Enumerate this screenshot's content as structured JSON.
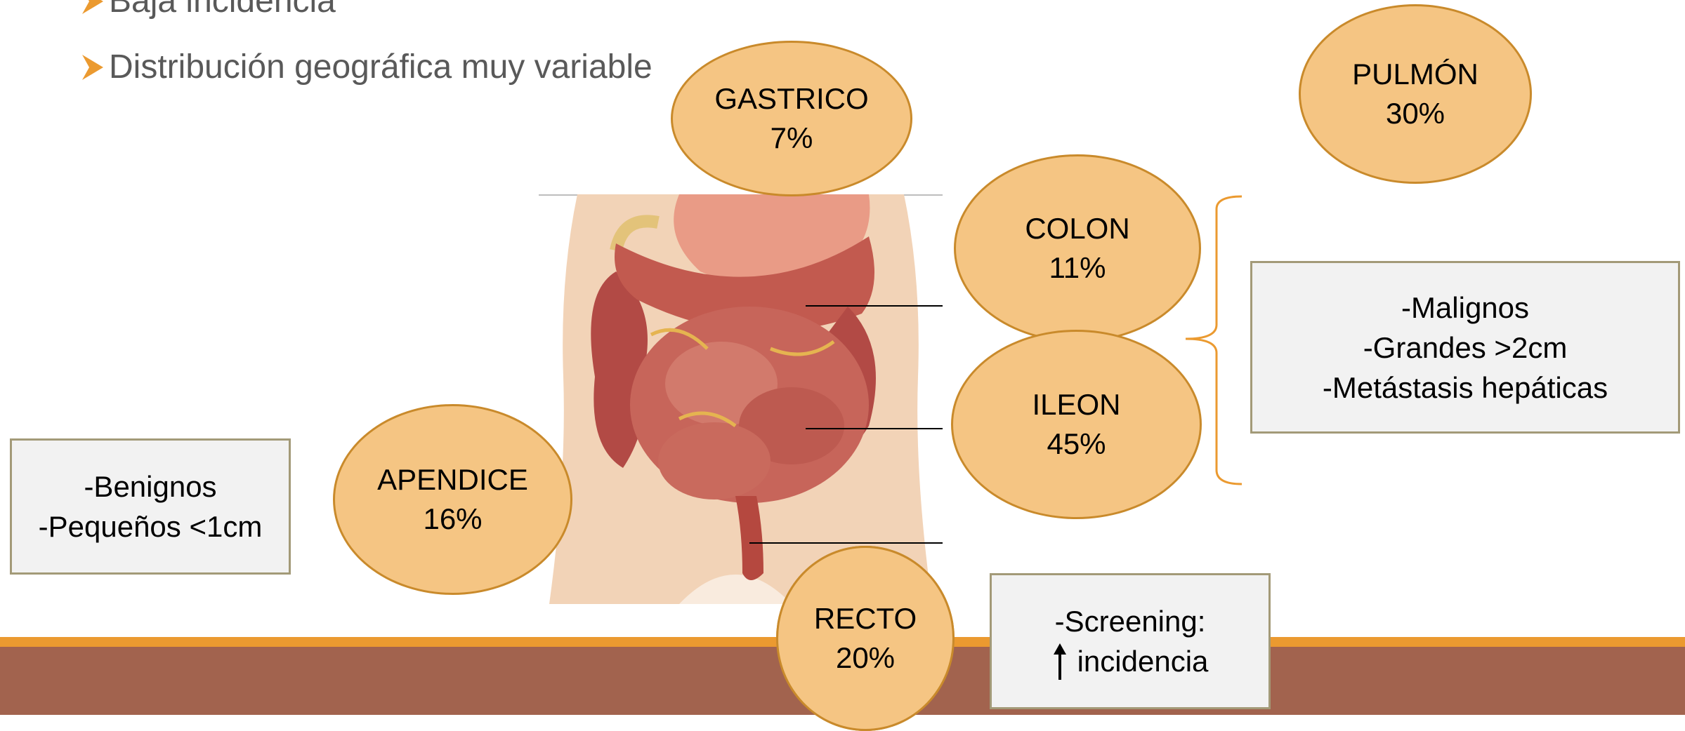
{
  "bullets": [
    {
      "text": "Baja incidencia",
      "icon": "arrow-bullet-icon"
    },
    {
      "text": "Distribución geográfica muy variable",
      "icon": "arrow-bullet-icon"
    }
  ],
  "organs": {
    "gastrico": {
      "name": "GASTRICO",
      "pct": "7%"
    },
    "pulmon": {
      "name": "PULMÓN",
      "pct": "30%"
    },
    "colon": {
      "name": "COLON",
      "pct": "11%"
    },
    "ileon": {
      "name": "ILEON",
      "pct": "45%"
    },
    "apendice": {
      "name": "APENDICE",
      "pct": "16%"
    },
    "recto": {
      "name": "RECTO",
      "pct": "20%"
    }
  },
  "notes": {
    "benignos": [
      "-Benignos",
      "-Pequeños <1cm"
    ],
    "malignos": [
      "-Malignos",
      "-Grandes >2cm",
      "-Metástasis hepáticas"
    ],
    "screening": [
      "-Screening:",
      "incidencia"
    ]
  },
  "colors": {
    "oval_fill": "#f5c583",
    "oval_border": "#c98a2b",
    "band_orange": "#eb9a30",
    "band_brown": "#a2634e",
    "bracket": "#eb9a30"
  }
}
